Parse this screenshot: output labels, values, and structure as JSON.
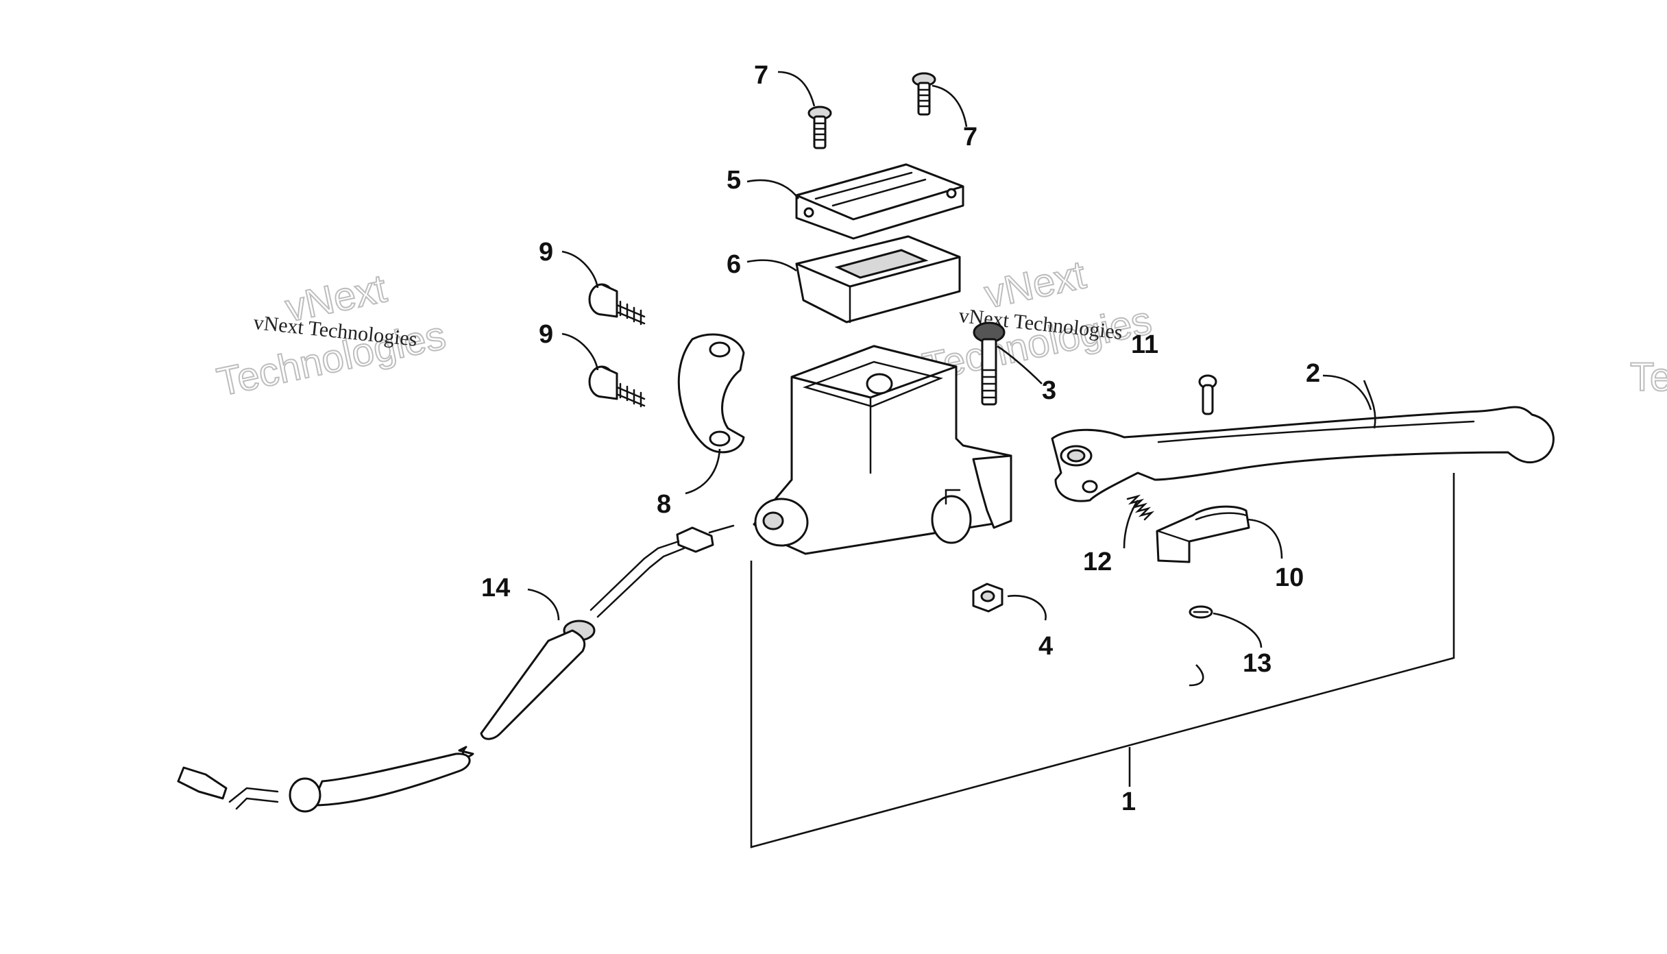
{
  "callouts": {
    "c1": "1",
    "c2": "2",
    "c3": "3",
    "c4": "4",
    "c5": "5",
    "c6": "6",
    "c7a": "7",
    "c7b": "7",
    "c8": "8",
    "c9a": "9",
    "c9b": "9",
    "c10": "10",
    "c11": "11",
    "c12": "12",
    "c13": "13",
    "c14": "14"
  },
  "watermark": {
    "small": "vNext Technologies",
    "line1": "vNext",
    "line2": "Technologies",
    "edge_fragment": "Te"
  },
  "colors": {
    "line": "#111111",
    "background": "#ffffff",
    "watermark_outline": "#bdbdbd"
  }
}
